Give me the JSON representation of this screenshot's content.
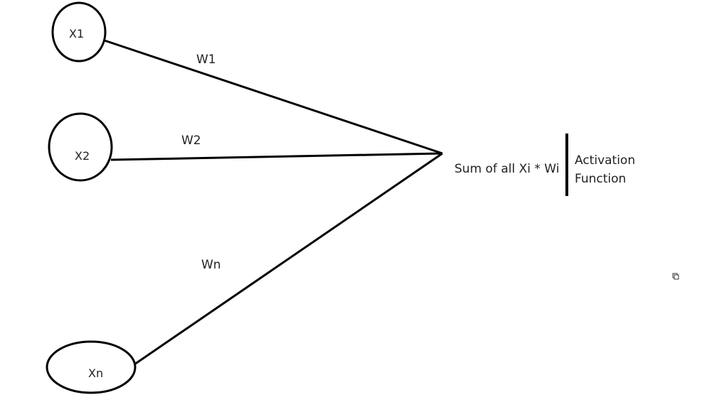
{
  "inputs": [
    {
      "label": "X1",
      "weight": "W1"
    },
    {
      "label": "X2",
      "weight": "W2"
    },
    {
      "label": "Xn",
      "weight": "Wn"
    }
  ],
  "summation": {
    "label": "Sum of all Xi * Wi"
  },
  "activation": {
    "line1": "Activation",
    "line2": "Function"
  },
  "colors": {
    "stroke": "#000000",
    "text": "#222222",
    "background": "#ffffff"
  },
  "icons": {
    "corner": "resize-handle-icon"
  }
}
